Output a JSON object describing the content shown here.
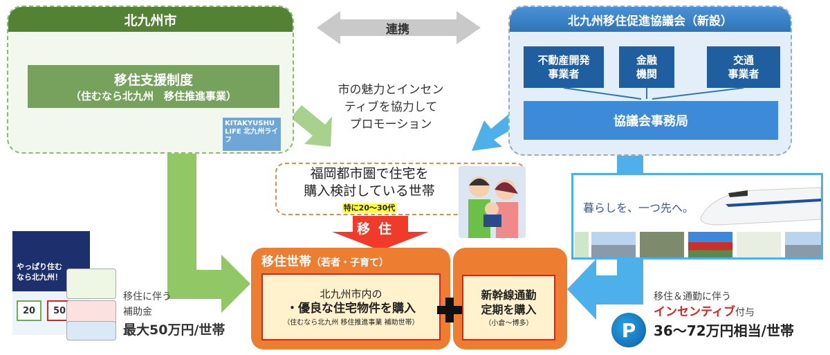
{
  "city": {
    "title": "北九州市",
    "program_title": "移住支援制度",
    "program_sub": "（住むなら北九州　移住推進事業）",
    "logo_line1": "KITAKYUSHU",
    "logo_line2": "LIFE 北九州ライフ"
  },
  "link_label": "連携",
  "promotion": [
    "市の魅力とインセン",
    "ティブを協力して",
    "プロモーション"
  ],
  "council": {
    "title": "北九州移住促進協議会（新設）",
    "members": [
      {
        "line1": "不動産開発",
        "line2": "事業者"
      },
      {
        "line1": "金融",
        "line2": "機関"
      },
      {
        "line1": "交通",
        "line2": "事業者"
      }
    ],
    "office": "協議会事務局"
  },
  "target": {
    "line1": "福岡都市圏で住宅を",
    "line2": "購入検討している世帯",
    "highlight": "特に20～30代"
  },
  "move_label": "移住",
  "household": {
    "title": "移住世帯",
    "title_sub": "（若者・子育て）",
    "left": {
      "line1": "北九州市内の",
      "line2": "・優良な住宅物件を購入",
      "note": "（住むなら北九州 移住推進事業 補助世帯）"
    },
    "right": {
      "line1": "新幹線通勤",
      "line2": "定期を購入",
      "note": "（小倉～博多）"
    }
  },
  "subsidy": {
    "line1": "移住に伴う",
    "line2": "補助金",
    "amount": "最大50万円/世帯"
  },
  "brochure": {
    "title": "やっぱり住むなら北九州！",
    "amounts": [
      "20",
      "50"
    ]
  },
  "banner": {
    "slogan": "暮らしを、一つ先へ。"
  },
  "incentive": {
    "line1": "移住＆通勤に伴う",
    "highlight": "インセンティブ",
    "suffix": "付与",
    "amount": "36～72万円相当/世帯",
    "icon_letter": "P"
  },
  "colors": {
    "green_dark": "#548235",
    "green_arrow": "#92c765",
    "blue": "#2e75b6",
    "orange": "#ed7d31",
    "red": "#e0201a",
    "light_blue": "#4db0ea"
  }
}
